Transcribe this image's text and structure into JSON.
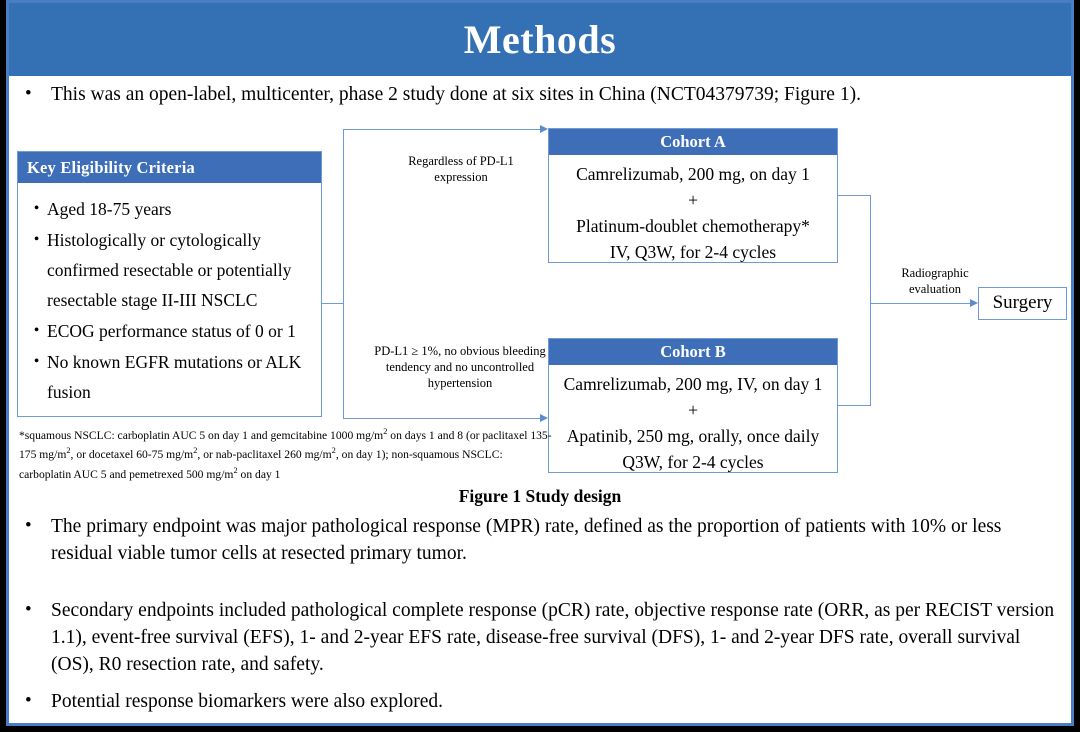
{
  "slide": {
    "title": "Methods",
    "accent_blue": "#3470B4",
    "box_header_blue": "#3E6EB8",
    "line_blue": "#6E9BD6",
    "border_blue": "#4A7EC4"
  },
  "intro_bullet": {
    "marker": "•",
    "text": "This was an open-label, multicenter, phase 2 study done at six sites in China (NCT04379739; Figure 1)."
  },
  "figure": {
    "caption": "Figure 1 Study design",
    "eligibility": {
      "header": "Key  Eligibility Criteria",
      "marker": "•",
      "items": [
        "Aged 18-75 years",
        "Histologically or cytologically confirmed resectable or potentially resectable stage II-III  NSCLC",
        "ECOG performance status of 0 or 1",
        "No known EGFR mutations or ALK fusion"
      ]
    },
    "arrow_labels": {
      "top": "Regardless  of PD-L1 expression",
      "bottom": "PD-L1 ≥ 1%, no obvious bleeding tendency  and no uncontrolled  hypertension",
      "right": "Radiographic evaluation"
    },
    "cohort_a": {
      "header": "Cohort A",
      "lines": [
        "Camrelizumab, 200 mg, on day 1",
        "+",
        "Platinum-doublet chemotherapy*",
        "IV, Q3W, for 2-4 cycles"
      ]
    },
    "cohort_b": {
      "header": "Cohort B",
      "lines": [
        "Camrelizumab, 200 mg, IV, on day 1",
        "+",
        "Apatinib, 250 mg, orally, once daily",
        "Q3W, for 2-4 cycles"
      ]
    },
    "surgery": {
      "label": "Surgery"
    },
    "footnote": {
      "part1": "*squamous NSCLC: carboplatin AUC 5 on day 1 and gemcitabine 1000 mg/m",
      "sup1": "2",
      "part2": " on days 1 and 8 (or paclitaxel  135-175  mg/m",
      "sup2": "2",
      "part3": ", or docetaxel 60-75 mg/m",
      "sup3": "2",
      "part4": ", or nab-paclitaxel 260 mg/m",
      "sup4": "2",
      "part5": ", on day 1); non-squamous NSCLC: carboplatin AUC 5 and pemetrexed 500 mg/m",
      "sup5": "2",
      "part6": " on day 1"
    }
  },
  "endpoint_bullets": [
    {
      "marker": "•",
      "text": "The primary endpoint was major pathological response (MPR) rate, defined as the proportion of patients with 10% or less residual viable tumor cells at resected primary tumor."
    },
    {
      "marker": "•",
      "text": "Secondary endpoints included pathological complete response (pCR) rate, objective  response rate (ORR, as per RECIST version 1.1), event-free survival (EFS), 1- and 2-year EFS rate, disease-free survival (DFS), 1- and 2-year DFS rate, overall survival (OS), R0 resection rate, and safety."
    },
    {
      "marker": "•",
      "text": "Potential response biomarkers were also explored."
    }
  ]
}
